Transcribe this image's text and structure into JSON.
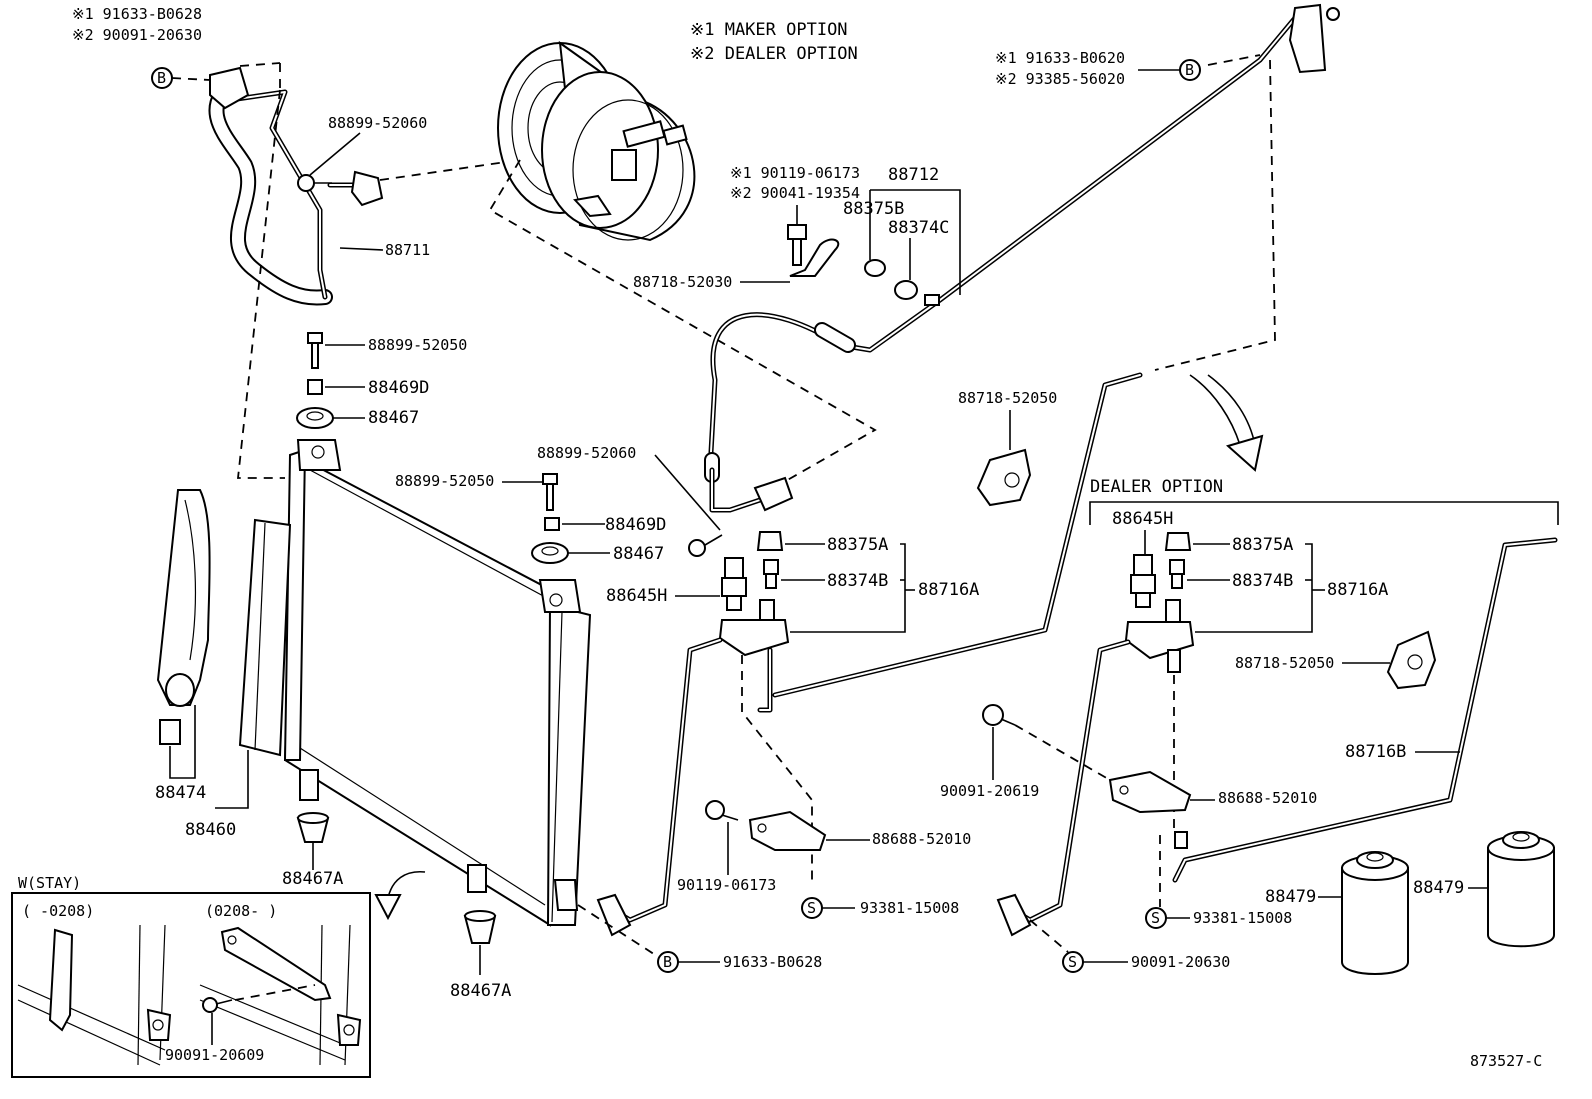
{
  "legend": {
    "maker": "※1 MAKER OPTION",
    "dealer": "※2 DEALER OPTION"
  },
  "labels": {
    "top_left_1": "※1 91633-B0628",
    "top_left_2": "※2 90091-20630",
    "top_right_1": "※1 91633-B0620",
    "top_right_2": "※2 93385-56020",
    "bolt_opt_1": "※1 90119-06173",
    "bolt_opt_2": "※2 90041-19354",
    "p88899_52060_a": "88899-52060",
    "p88711": "88711",
    "p88712": "88712",
    "p88375B": "88375B",
    "p88374C": "88374C",
    "p88718_52030": "88718-52030",
    "p88899_52050_a": "88899-52050",
    "p88469D_a": "88469D",
    "p88467_a": "88467",
    "p88718_52050_a": "88718-52050",
    "p88899_52060_b": "88899-52060",
    "p88899_52050_b": "88899-52050",
    "p88469D_b": "88469D",
    "p88467_b": "88467",
    "p88375A_a": "88375A",
    "p88374B_a": "88374B",
    "p88645H_a": "88645H",
    "p88716A_a": "88716A",
    "dealer_option": "DEALER OPTION",
    "p88645H_b": "88645H",
    "p88375A_b": "88375A",
    "p88374B_b": "88374B",
    "p88716A_b": "88716A",
    "p88718_52050_b": "88718-52050",
    "p88716B": "88716B",
    "p90091_20619": "90091-20619",
    "p88688_52010_b": "88688-52010",
    "p88688_52010_a": "88688-52010",
    "p90119_06173": "90119-06173",
    "p93381_15008_a": "93381-15008",
    "p93381_15008_b": "93381-15008",
    "p91633_B0628": "91633-B0628",
    "p90091_20630": "90091-20630",
    "p88479_a": "88479",
    "p88479_b": "88479",
    "p88474": "88474",
    "p88460": "88460",
    "p88467A_a": "88467A",
    "p88467A_b": "88467A",
    "stay_title": "W(STAY)",
    "stay_left": "(     -0208)",
    "stay_right": "(0208-     )",
    "p90091_20609": "90091-20609",
    "figure_no": "873527-C"
  },
  "symbols": {
    "b": "B",
    "s": "S"
  }
}
